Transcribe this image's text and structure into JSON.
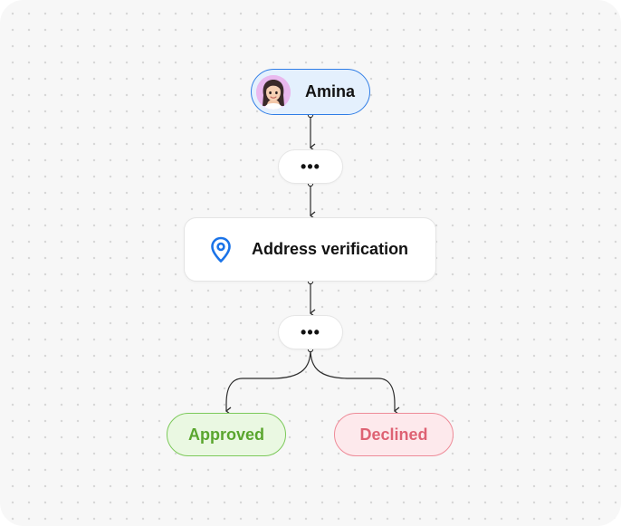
{
  "user": {
    "name": "Amina",
    "avatar_icon": "woman-memoji-avatar"
  },
  "collapsed_steps": [
    {
      "label": "•••"
    },
    {
      "label": "•••"
    }
  ],
  "step": {
    "label": "Address verification",
    "icon": "location-pin-icon",
    "icon_color": "#1a73e8"
  },
  "outcomes": [
    {
      "label": "Approved",
      "text_color": "#5aa62e",
      "fill": "#eaf8e2",
      "border": "#7cc95a"
    },
    {
      "label": "Declined",
      "text_color": "#de6273",
      "fill": "#fde9ec",
      "border": "#ee8b98"
    }
  ],
  "colors": {
    "user_border": "#2f7de6",
    "user_fill": "#e4f0fd",
    "connector": "#2b2b2b"
  }
}
